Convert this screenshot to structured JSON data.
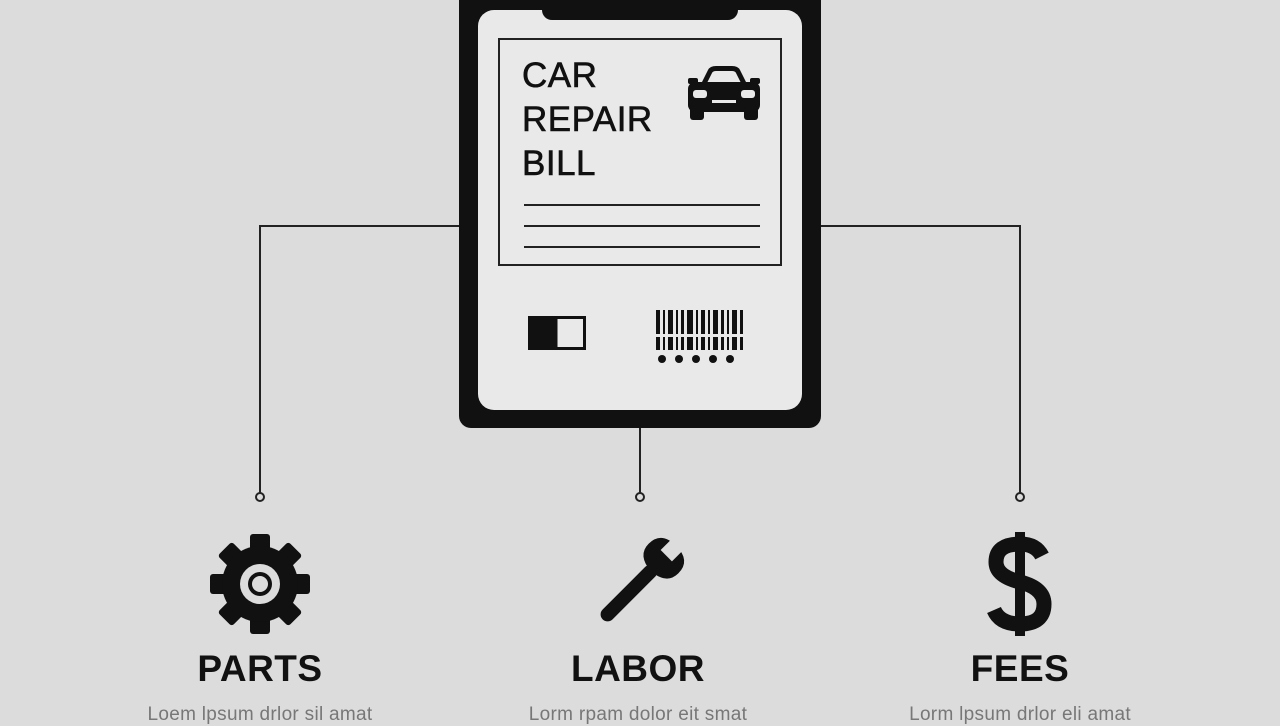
{
  "bill": {
    "title_lines": [
      "CAR",
      "REPAIR",
      "BILL"
    ]
  },
  "icons": {
    "vehicle": "car-icon",
    "toggle": "toggle-switch-icon",
    "barcode": "barcode-icon"
  },
  "categories": [
    {
      "key": "parts",
      "icon": "gear-icon",
      "label": "PARTS",
      "description": "Loem lpsum drlor sil amat"
    },
    {
      "key": "labor",
      "icon": "wrench-icon",
      "label": "LABOR",
      "description": "Lorm rpam dolor eit smat"
    },
    {
      "key": "fees",
      "icon": "dollar-icon",
      "label": "FEES",
      "description": "Lorm lpsum drlor eli amat"
    }
  ],
  "colors": {
    "background": "#dcdcdc",
    "device": "#111111",
    "screen": "#e9e9e9",
    "connector": "#222222",
    "description_text": "#777777"
  }
}
